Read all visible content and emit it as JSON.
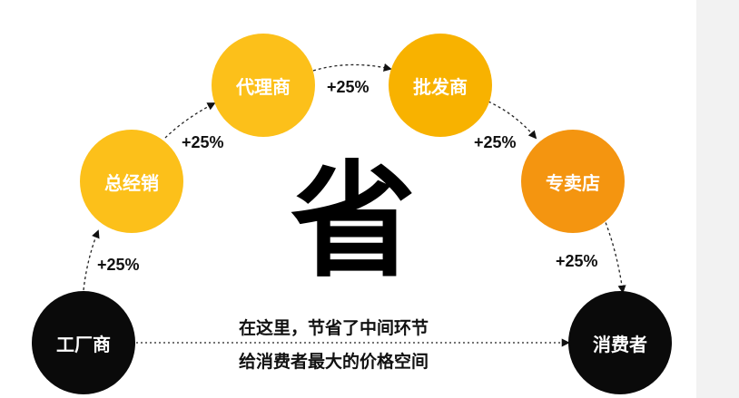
{
  "nodes": {
    "factory": "工厂商",
    "general": "总经销",
    "agent": "代理商",
    "wholesale": "批发商",
    "store": "专卖店",
    "consumer": "消费者"
  },
  "markups": [
    "+25%",
    "+25%",
    "+25%",
    "+25%",
    "+25%"
  ],
  "center_char": "省",
  "message": [
    "在这里，节省了中间环节",
    "给消费者最大的价格空间"
  ],
  "colors": {
    "black": "#0a0a0a",
    "yellow": "#fcc01a",
    "amber": "#f6a200",
    "orange": "#f49510"
  }
}
